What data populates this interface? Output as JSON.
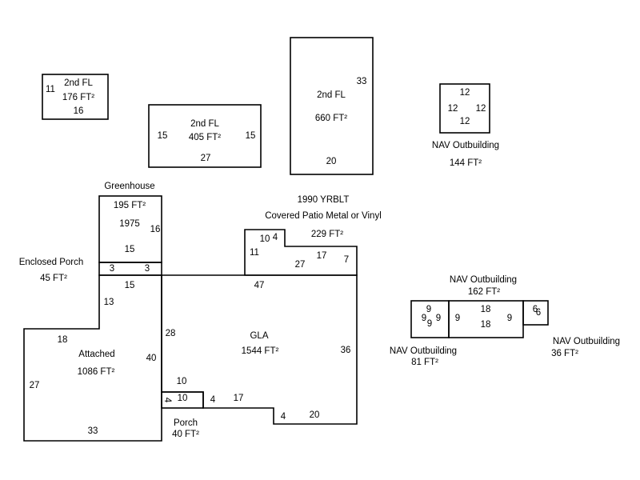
{
  "colors": {
    "line": "#000000",
    "background": "#ffffff",
    "text": "#000000"
  },
  "areas": {
    "second_fl_small": {
      "name": "2nd FL",
      "area": "176 FT²",
      "dims": [
        "11",
        "16"
      ]
    },
    "second_fl_mid": {
      "name": "2nd FL",
      "area": "405 FT²",
      "dims": [
        "15",
        "15",
        "27"
      ]
    },
    "second_fl_large": {
      "name": "2nd FL",
      "area": "660 FT²",
      "dims": [
        "33",
        "20"
      ]
    },
    "nav_outbuilding_144": {
      "name": "NAV Outbuilding",
      "area": "144 FT²",
      "dims": [
        "12",
        "12",
        "12",
        "12"
      ]
    },
    "greenhouse": {
      "name": "Greenhouse",
      "area": "195 FT²",
      "year": "1975",
      "dims": [
        "16",
        "15"
      ]
    },
    "enclosed_porch": {
      "name": "Enclosed Porch",
      "area": "45 FT²",
      "dims": [
        "3",
        "3"
      ]
    },
    "covered_patio": {
      "year_built": "1990 YRBLT",
      "name": "Covered Patio Metal or Vinyl",
      "area": "229 FT²",
      "dims": [
        "10",
        "4",
        "11",
        "27",
        "17",
        "7"
      ]
    },
    "gla": {
      "name": "GLA",
      "area": "1544 FT²",
      "dims": [
        "47",
        "28",
        "36",
        "10",
        "4",
        "17",
        "4",
        "20"
      ]
    },
    "attached": {
      "name": "Attached",
      "area": "1086 FT²",
      "dims": [
        "15",
        "13",
        "18",
        "40",
        "27",
        "33"
      ]
    },
    "porch": {
      "name": "Porch",
      "area": "40 FT²",
      "dims": [
        "4",
        "10"
      ]
    },
    "nav_outbuilding_162": {
      "name": "NAV Outbuilding",
      "area": "162 FT²",
      "dims": [
        "18",
        "18",
        "9",
        "9"
      ]
    },
    "nav_outbuilding_81": {
      "name": "NAV Outbuilding",
      "area": "81 FT²",
      "dims": [
        "9",
        "9",
        "9",
        "9"
      ]
    },
    "nav_outbuilding_36": {
      "name": "NAV Outbuilding",
      "area": "36 FT²",
      "dims": [
        "6",
        "6"
      ]
    }
  }
}
